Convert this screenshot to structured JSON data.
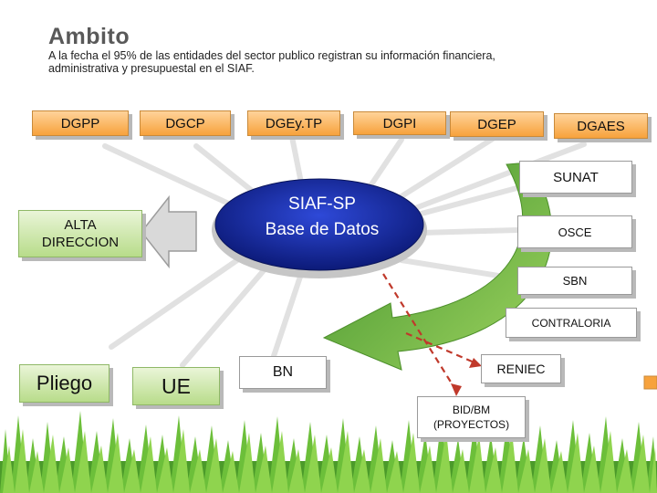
{
  "title": "Ambito",
  "subtitle": "A la fecha el 95% de las entidades del sector publico registran su información financiera, administrativa y presupuestal en el SIAF.",
  "top_entities": [
    "DGPP",
    "DGCP",
    "DGEy.TP",
    "DGPI",
    "DGEP",
    "DGAES"
  ],
  "right_entities": [
    "SUNAT",
    "OSCE",
    "SBN",
    "CONTRALORIA"
  ],
  "center": {
    "line1": "SIAF-SP",
    "line2": "Base de Datos"
  },
  "left_box": {
    "line1": "ALTA",
    "line2": "DIRECCION"
  },
  "bottom_entities": {
    "pliego": "Pliego",
    "ue": "UE",
    "bn": "BN",
    "reniec": "RENIEC"
  },
  "bid_box": {
    "line1": "BID/BM",
    "line2": "(PROYECTOS)"
  },
  "colors": {
    "orange": "#f7a23c",
    "green": "#b8dc8a",
    "ellipse": "#1c2f9e",
    "red_dash": "#c0392b",
    "grass": "#5aa830"
  }
}
